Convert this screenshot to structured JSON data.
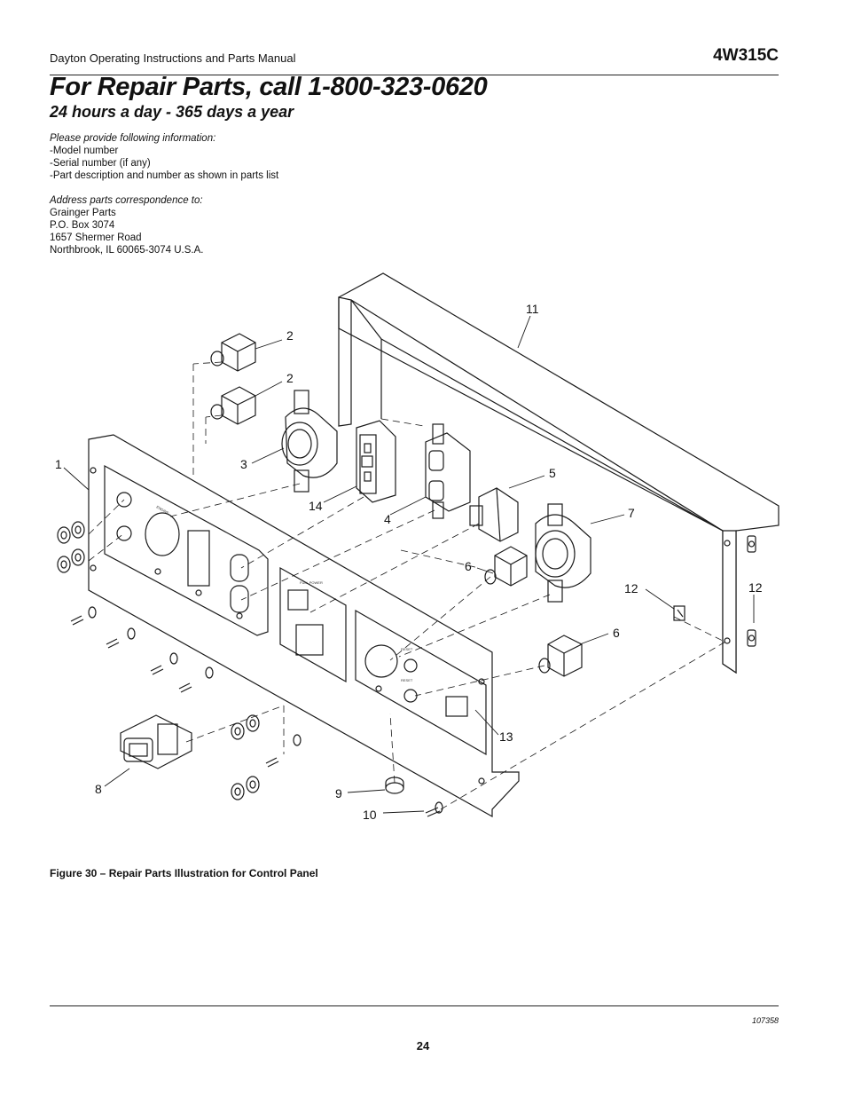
{
  "header": {
    "manual_title": "Dayton Operating Instructions and Parts Manual",
    "model": "4W315C"
  },
  "title": "For Repair Parts, call 1-800-323-0620",
  "subtitle": "24 hours a day - 365 days a year",
  "info": {
    "prompt": "Please provide following information:",
    "items": [
      "-Model number",
      "-Serial number (if any)",
      "-Part description and number as shown in parts list"
    ],
    "address_prompt": "Address parts correspondence to:",
    "address": [
      "Grainger Parts",
      "P.O. Box 3074",
      "1657 Shermer Road",
      "Northbrook, IL  60065-3074 U.S.A."
    ]
  },
  "diagram": {
    "callouts": [
      "1",
      "2",
      "2",
      "3",
      "4",
      "5",
      "6",
      "6",
      "7",
      "8",
      "9",
      "10",
      "11",
      "12",
      "12",
      "13",
      "14"
    ]
  },
  "caption": "Figure 30 – Repair Parts Illustration for Control Panel",
  "footer": {
    "doc_number": "107358",
    "page": "24"
  }
}
